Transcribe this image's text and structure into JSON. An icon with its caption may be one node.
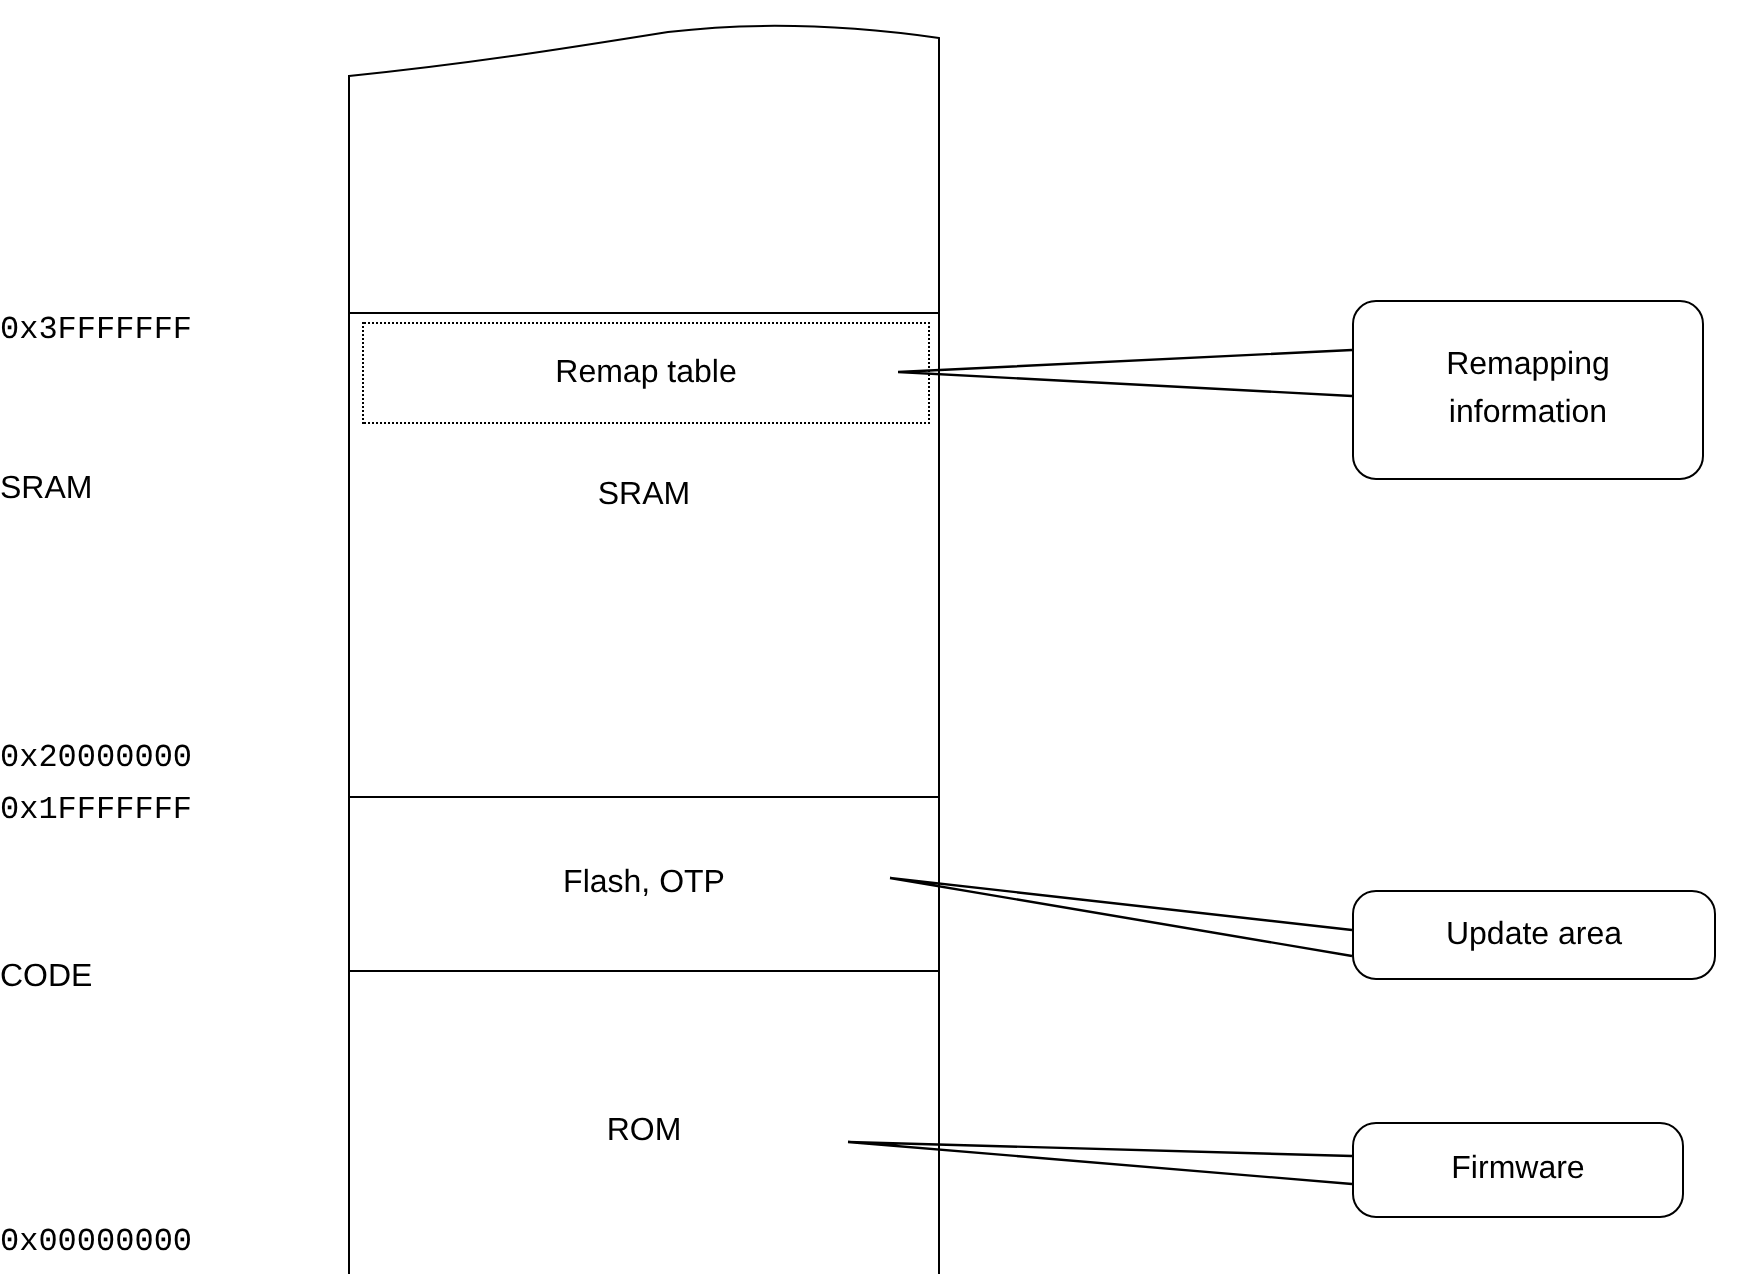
{
  "diagram": {
    "nodes": [
      {
        "text": [],
        "shape": "box"
      },
      {
        "text": [
          "SRAM"
        ]
      },
      {
        "text": [
          "Remap table"
        ],
        "in": 1
      },
      {
        "text": [
          "Flash, OTP"
        ]
      },
      {
        "text": [
          "ROM"
        ]
      },
      {
        "text": [
          "Remapping information"
        ]
      },
      {
        "text": [
          "Update area"
        ]
      },
      {
        "text": [
          "Firmware"
        ]
      }
    ],
    "edges": [
      {
        "from": 5,
        "to": 2,
        "arrow": "none"
      },
      {
        "from": 6,
        "to": 3,
        "arrow": "none"
      },
      {
        "from": 7,
        "to": 4,
        "arrow": "none"
      }
    ],
    "labels": [
      "0x3FFFFFFF",
      "SRAM",
      "0x20000000",
      "0x1FFFFFFF",
      "CODE",
      "0x00000000"
    ]
  }
}
